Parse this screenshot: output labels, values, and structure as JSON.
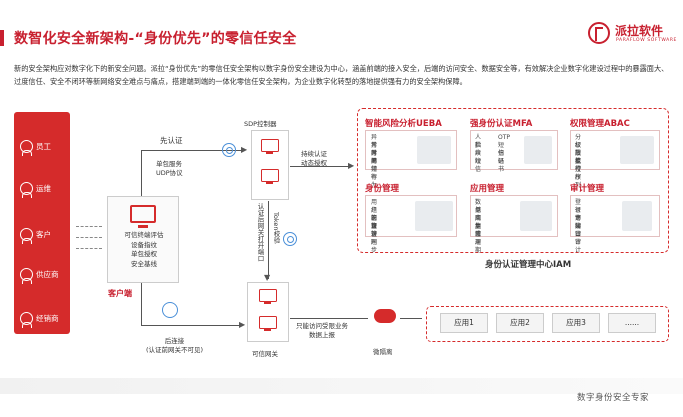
{
  "title": "数智化安全新架构-“身份优先”的零信任安全",
  "brand": {
    "name": "派拉软件",
    "sub": "PARAFLOW SOFTWARE"
  },
  "intro": "新的安全架构应对数字化下的新安全问题。派拉“身份优先”的零信任安全架构以数字身份安全建设为中心，涵盖前端的接入安全，后端的访问安全、数据安全等，有效解决企业数字化建设过程中的暴露面大、过度信任、安全不闭环等新网络安全难点与痛点，搭建端到端的一体化零信任安全架构，为企业数字化转型的落地提供强有力的安全架构保障。",
  "roles": [
    "员工",
    "运维",
    "客户",
    "供应商",
    "经销商"
  ],
  "client": {
    "lines": [
      "可信终端评估",
      "设备指纹",
      "单包授权",
      "安全基线"
    ],
    "label": "客户端"
  },
  "sdp": {
    "label": "SDP控制器"
  },
  "gateway": {
    "label": "可信网关"
  },
  "edges": {
    "first_auth": "先认证",
    "spa": "单包服务\nUDP协议",
    "continuous": "持续认证\n动态授权",
    "token": "Token校验",
    "open_port": "认证后网关打开端口",
    "after_connect": "后连接\n(认证前网关不可见)",
    "access": "只能访问受限业务\n数据上报"
  },
  "iam": {
    "label": "身份认证管理中心IAM",
    "modules": [
      {
        "title": "智能风险分析UEBA",
        "items": [
          "异常时间",
          "异常IP",
          "异常频率",
          "异常行为"
        ]
      },
      {
        "title": "强身份认证MFA",
        "items": [
          "人脸",
          "OTP",
          "指纹",
          "短信",
          "声纹",
          "扫码",
          "短信",
          "证书"
        ]
      },
      {
        "title": "权限管理ABAC",
        "items": [
          "分级授权",
          "权限监控",
          "工单授权",
          "执行序列"
        ]
      },
      {
        "title": "身份管理",
        "items": [
          "用户管理",
          "组织管理",
          "岗位管理",
          "身份同步"
        ]
      },
      {
        "title": "应用管理",
        "items": [
          "数据同步",
          "单点集成",
          "应用管理",
          "生命周期"
        ]
      },
      {
        "title": "审计管理",
        "items": [
          "登录审计",
          "行为审计",
          "访问审计",
          "接口审计"
        ]
      }
    ]
  },
  "isolation": "微隔离",
  "apps": [
    "应用1",
    "应用2",
    "应用3",
    "......"
  ],
  "footer": "数字身份安全专家"
}
